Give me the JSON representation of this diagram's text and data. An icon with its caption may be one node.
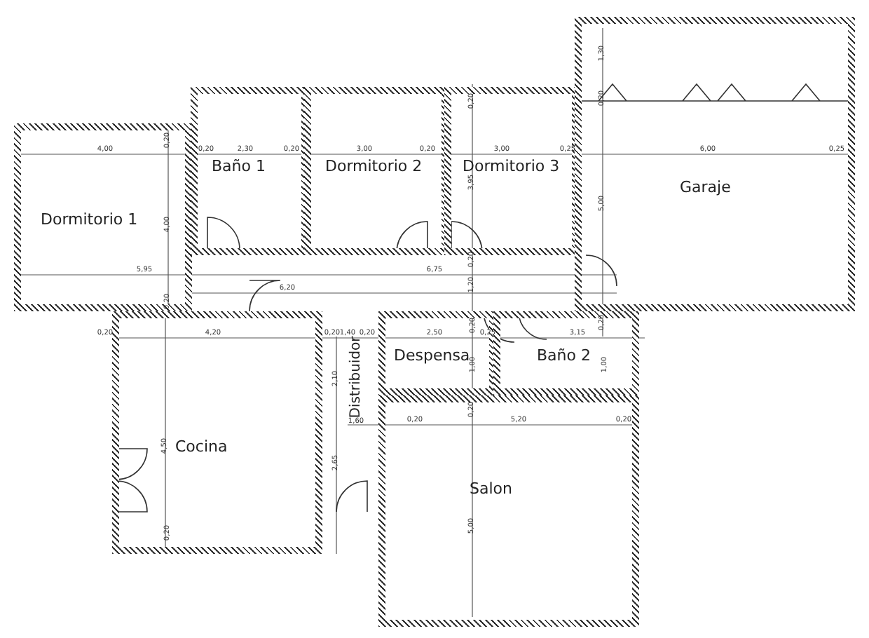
{
  "diagram": {
    "nodes": [
      {
        "text": [
          "Dormitorio 1"
        ]
      },
      {
        "text": [
          "Baño 1"
        ]
      },
      {
        "text": [
          "Dormitorio 2"
        ]
      },
      {
        "text": [
          "Dormitorio 3"
        ]
      },
      {
        "text": [
          "Garaje"
        ]
      },
      {
        "text": [
          "Distribuidor"
        ]
      },
      {
        "text": [
          "Cocina"
        ]
      },
      {
        "text": [
          "Despensa"
        ]
      },
      {
        "text": [
          "Baño 2"
        ]
      },
      {
        "text": [
          "Salon"
        ]
      }
    ],
    "labels": [
      "1,30",
      "0,20",
      "0,20",
      "0,20",
      "4,00",
      "0,20",
      "2,30",
      "0,20",
      "3,00",
      "0,20",
      "3,00",
      "0,25",
      "6,00",
      "0,25",
      "3,95",
      "5,00",
      "4,00",
      "0,20",
      "5,95",
      "6,75",
      "1,20",
      "6,20",
      "0,20",
      "0,20",
      "0,20",
      "0,20",
      "4,20",
      "0,20",
      "1,40",
      "0,20",
      "2,50",
      "0,25",
      "3,15",
      "1,00",
      "1,00",
      "2,10",
      "0,20",
      "1,60",
      "0,20",
      "5,20",
      "0,20",
      "4,50",
      "2,65",
      "5,00",
      "0,20"
    ]
  }
}
